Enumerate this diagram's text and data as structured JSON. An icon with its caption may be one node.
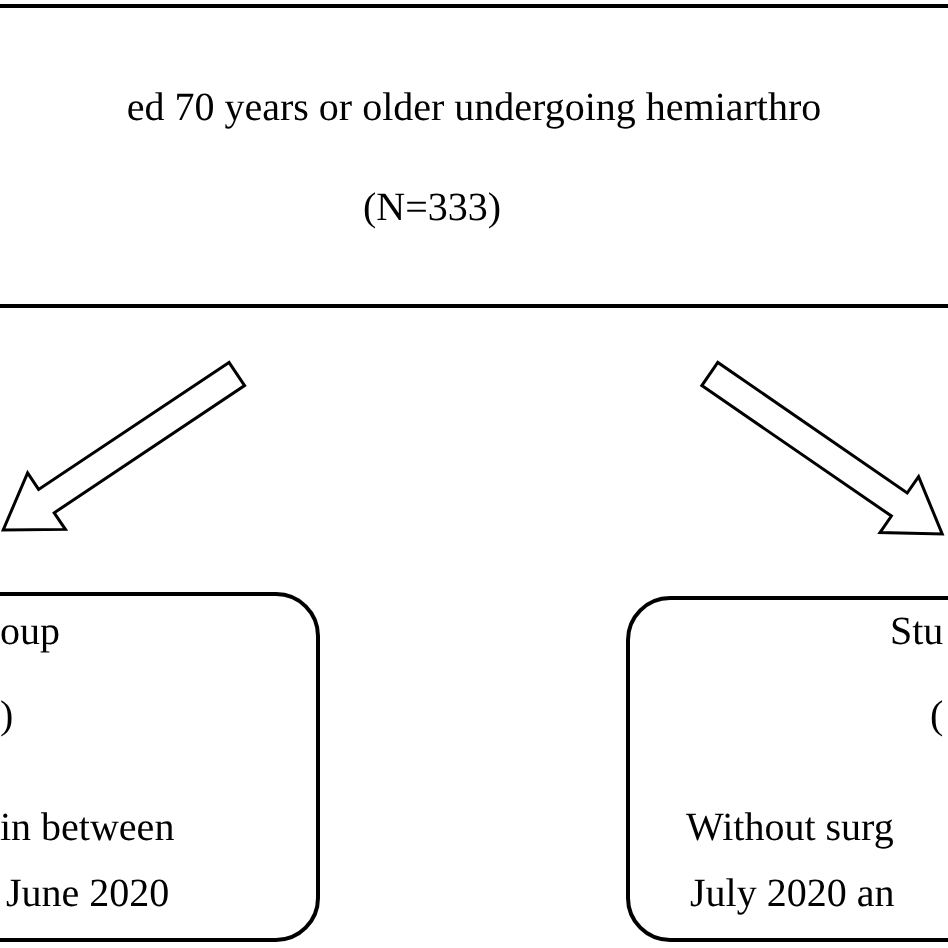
{
  "diagram": {
    "nodes": [
      {
        "text": [
          "ed 70 years or older undergoing hemiarthro",
          "(N=333)"
        ]
      },
      {
        "text": [
          "oup",
          ")",
          "in between",
          "June 2020"
        ]
      },
      {
        "text": [
          "Stu",
          "(",
          "Without surg",
          "July 2020 an"
        ]
      }
    ],
    "edges": [
      {
        "from": 0,
        "to": 1,
        "arrow": "to"
      },
      {
        "from": 0,
        "to": 2,
        "arrow": "to"
      }
    ]
  }
}
